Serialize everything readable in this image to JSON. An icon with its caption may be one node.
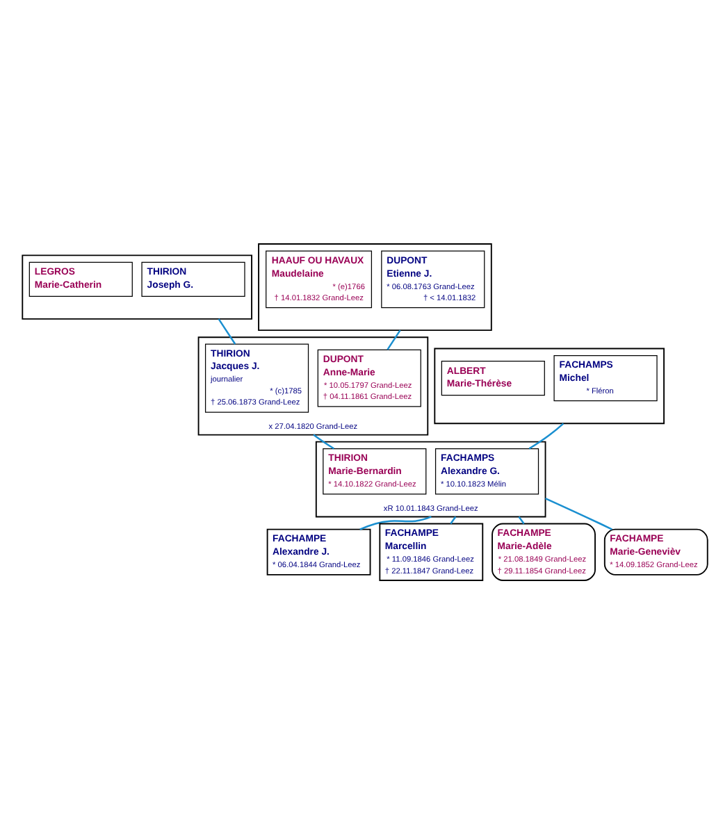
{
  "diagram": {
    "nodes": [
      {
        "text": [],
        "shape": "box"
      },
      {
        "text": [
          "THIRION",
          "Joseph G."
        ],
        "in": 0
      },
      {
        "text": [
          "LEGROS",
          "Marie-Catherin"
        ],
        "in": 0
      },
      {
        "text": [],
        "shape": "box"
      },
      {
        "text": [
          "DUPONT",
          "Etienne J.",
          "* 06.08.1763 Grand-Leez",
          "† < 14.01.1832"
        ],
        "in": 3
      },
      {
        "text": [
          "HAAUF OU HAVAUX",
          "Maudelaine",
          "* (e)1766",
          "† 14.01.1832 Grand-Leez"
        ],
        "in": 3
      },
      {
        "text": [],
        "shape": "box"
      },
      {
        "text": [
          "FACHAMPS",
          "Michel",
          "* Fléron"
        ],
        "in": 6
      },
      {
        "text": [
          "ALBERT",
          "Marie-Thérèse"
        ],
        "in": 6
      },
      {
        "text": [
          "x 27.04.1820 Grand-Leez"
        ]
      },
      {
        "text": [
          "THIRION",
          "Jacques J.",
          "journalier",
          "* (c)1785",
          "† 25.06.1873 Grand-Leez"
        ],
        "in": 9
      },
      {
        "text": [
          "DUPONT",
          "Anne-Marie",
          "* 10.05.1797 Grand-Leez",
          "† 04.11.1861 Grand-Leez"
        ],
        "in": 9
      },
      {
        "text": [
          "xR 10.01.1843 Grand-Leez"
        ]
      },
      {
        "text": [
          "FACHAMPS",
          "Alexandre G.",
          "* 10.10.1823 Mélin"
        ],
        "in": 12
      },
      {
        "text": [
          "THIRION",
          "Marie-Bernardin",
          "* 14.10.1822 Grand-Leez"
        ],
        "in": 12
      },
      {
        "text": [
          "FACHAMPE",
          "Alexandre J.",
          "* 06.04.1844 Grand-Leez"
        ]
      },
      {
        "text": [
          "FACHAMPE",
          "Marcellin",
          "* 11.09.1846 Grand-Leez",
          "† 22.11.1847 Grand-Leez"
        ]
      },
      {
        "text": [
          "FACHAMPE",
          "Marie-Adèle",
          "* 21.08.1849 Grand-Leez",
          "† 29.11.1854 Grand-Leez"
        ]
      },
      {
        "text": [
          "FACHAMPE",
          "Marie-Genevièv",
          "* 14.09.1852 Grand-Leez"
        ]
      }
    ],
    "edges": [
      {
        "from": 0,
        "to": 10,
        "arrow": "none"
      },
      {
        "from": 3,
        "to": 11,
        "arrow": "none"
      },
      {
        "from": 6,
        "to": 13,
        "arrow": "none"
      },
      {
        "from": 9,
        "to": 14,
        "arrow": "none"
      },
      {
        "from": 12,
        "to": 15,
        "arrow": "none"
      },
      {
        "from": 12,
        "to": 16,
        "arrow": "none"
      },
      {
        "from": 12,
        "to": 17,
        "arrow": "none"
      },
      {
        "from": 12,
        "to": 18,
        "arrow": "none"
      }
    ]
  }
}
